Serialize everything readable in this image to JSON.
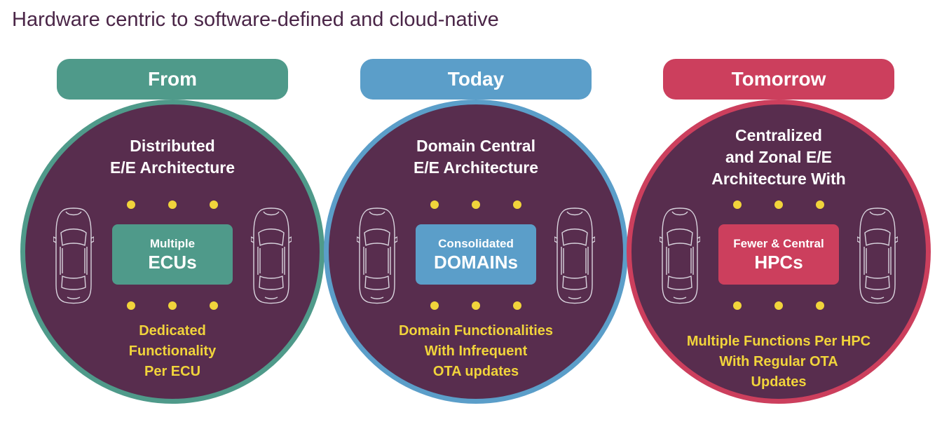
{
  "title": "Hardware centric to software-defined and cloud-native",
  "colors": {
    "circle_fill": "#582d4e",
    "from_accent": "#4f9a8a",
    "today_accent": "#5b9ec9",
    "tomorrow_accent": "#cc3f5d",
    "highlight_text": "#f1d43b"
  },
  "icons": [
    "car-icon",
    "connector-dot"
  ],
  "stages": {
    "from": {
      "label": "From",
      "heading": [
        "Distributed",
        "E/E Architecture"
      ],
      "box_small": "Multiple",
      "box_big": "ECUs",
      "footer": [
        "Dedicated",
        "Functionality",
        "Per ECU"
      ]
    },
    "today": {
      "label": "Today",
      "heading": [
        "Domain Central",
        "E/E Architecture"
      ],
      "box_small": "Consolidated",
      "box_big": "DOMAINs",
      "footer": [
        "Domain Functionalities",
        "With Infrequent",
        "OTA updates"
      ]
    },
    "tomorrow": {
      "label": "Tomorrow",
      "heading": [
        "Centralized",
        "and Zonal E/E",
        "Architecture With"
      ],
      "box_small": "Fewer & Central",
      "box_big": "HPCs",
      "footer": [
        "Multiple Functions Per HPC",
        "With Regular OTA",
        "Updates"
      ]
    }
  }
}
